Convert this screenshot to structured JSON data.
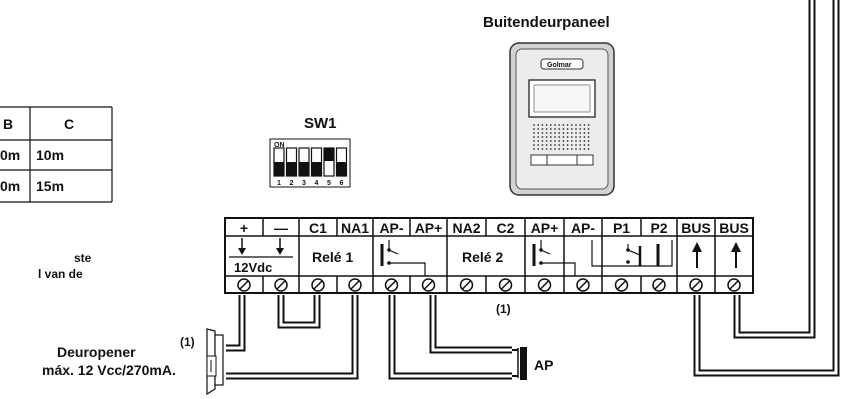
{
  "panel_title": "Buitendeurpaneel",
  "panel_brand": "Golmar",
  "sw1": {
    "title": "SW1",
    "on_label": "ON",
    "numbers": [
      "1",
      "2",
      "3",
      "4",
      "5",
      "6"
    ]
  },
  "side_table": {
    "headers": [
      "B",
      "C"
    ],
    "rows": [
      [
        "0m",
        "10m"
      ],
      [
        "0m",
        "15m"
      ]
    ]
  },
  "side_note": [
    "ste",
    "l van de"
  ],
  "terminals": [
    "+",
    "—",
    "C1",
    "NA1",
    "AP-",
    "AP+",
    "NA2",
    "C2",
    "AP+",
    "AP-",
    "P1",
    "P2",
    "BUS",
    "BUS"
  ],
  "relay1_label": "Relé 1",
  "relay2_label": "Relé 2",
  "power_label": "12Vdc",
  "note_1_top": "(1)",
  "note_1_mid": "(1)",
  "door_opener_line1": "Deuropener",
  "door_opener_line2": "máx. 12 Vcc/270mA.",
  "ap_label": "AP"
}
